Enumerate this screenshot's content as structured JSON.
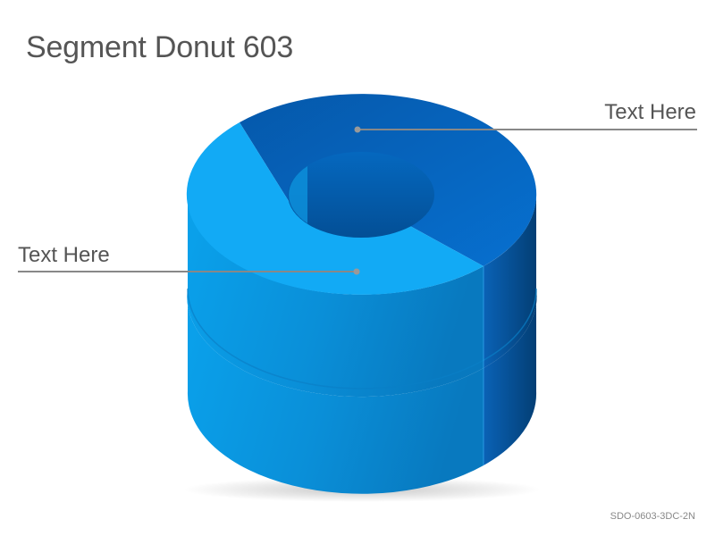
{
  "title": "Segment Donut 603",
  "footer_code": "SDO-0603-3DC-2N",
  "segments": [
    {
      "label": "Text Here",
      "color_top": "#0568c4",
      "color_side": "#064f8f"
    },
    {
      "label": "Text Here",
      "color_top": "#12aaf5",
      "color_side": "#0a90d9"
    }
  ]
}
